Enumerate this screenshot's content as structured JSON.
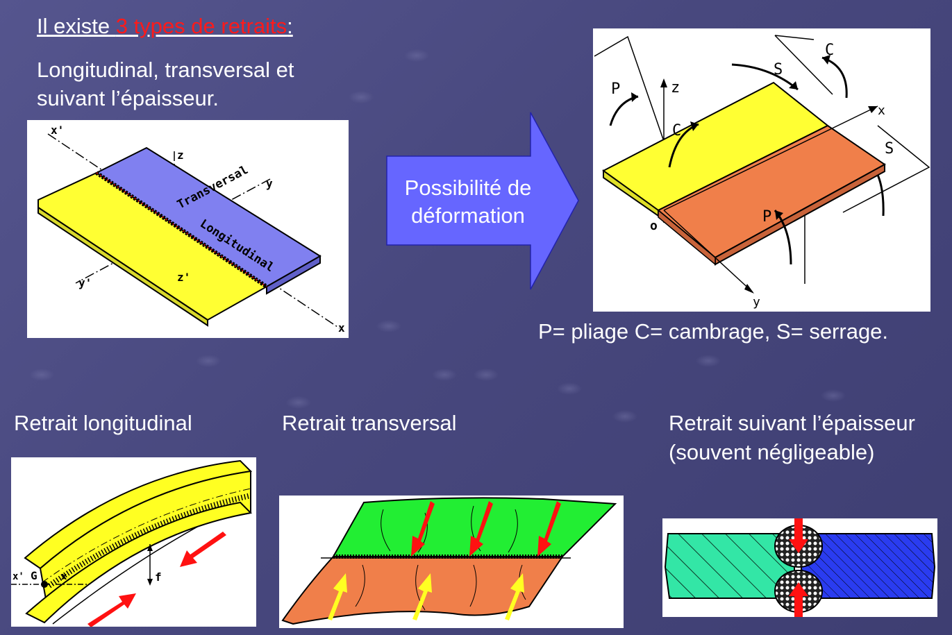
{
  "intro": {
    "prefix": "Il existe ",
    "highlight": "3 types de retraits",
    "suffix": ":",
    "line1": "Longitudinal, transversal et",
    "line2": "suivant l’épaisseur."
  },
  "arrow": {
    "line1": "Possibilité de",
    "line2": "déformation"
  },
  "legend": "P= pliage C= cambrage, S= serrage.",
  "captions": {
    "longitudinal": "Retrait longitudinal",
    "transversal": "Retrait transversal",
    "thickness_line1": "Retrait suivant l’épaisseur",
    "thickness_line2": "(souvent négligeable)"
  },
  "diagram1": {
    "x_prime": "x'",
    "z": "z",
    "y": "y",
    "y_prime": "y'",
    "z_prime": "z'",
    "x": "x",
    "transversal": "Transversal",
    "longitudinal": "Longitudinal"
  },
  "diagram2": {
    "z": "z",
    "x": "x",
    "y": "y",
    "o": "o",
    "p_left": "P",
    "p_bottom": "P",
    "c_left": "C",
    "c_top": "C",
    "s_top": "S",
    "s_right": "S"
  },
  "diagram3": {
    "x_prime": "x'",
    "g": "G",
    "x": "x",
    "f": "f"
  },
  "colors": {
    "background": "#4a4a80",
    "highlight": "#ff0000",
    "yellow_plate": "#ffff33",
    "blue_plate": "#8080f0",
    "orange_plate": "#f07f4a",
    "green_plate": "#22ee33",
    "arrow_fill": "#6666ff",
    "red_arrow": "#ff1111",
    "yellow_arrow": "#ffff22",
    "teal_plate": "#33e6a6",
    "blue_hatch_plate": "#2a3cf0"
  }
}
